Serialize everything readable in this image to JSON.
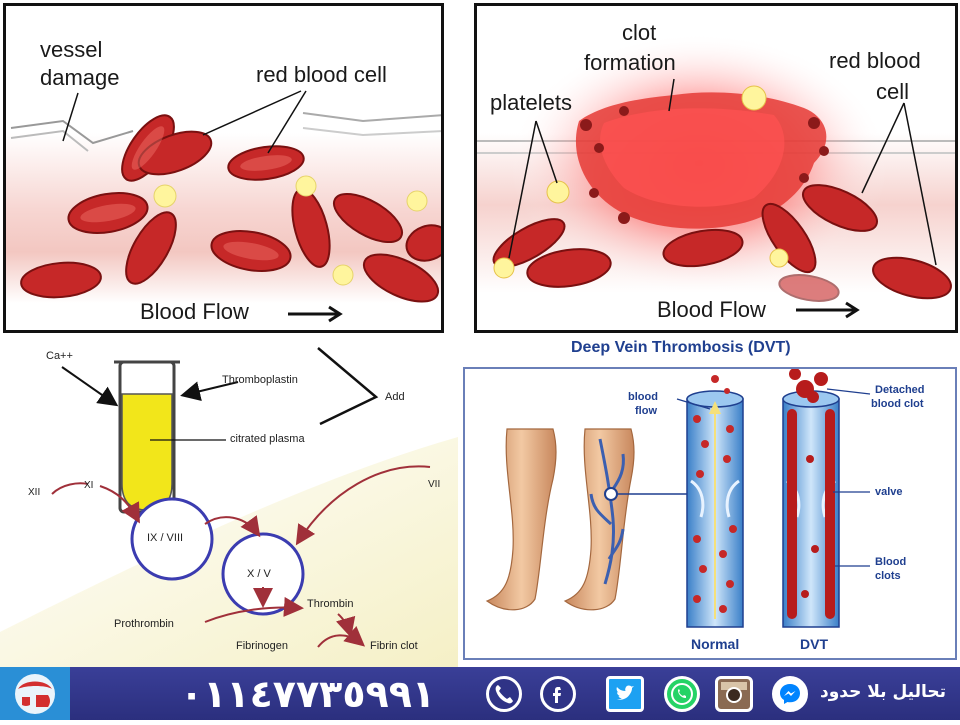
{
  "panels": {
    "vessel_damage": {
      "vessel_damage_label": [
        "vessel",
        "damage"
      ],
      "red_blood_cell_label": "red blood cell",
      "flow_label": "Blood Flow"
    },
    "clot_formation": {
      "clot_label": [
        "clot",
        "formation"
      ],
      "platelets_label": "platelets",
      "red_blood_cell_label": [
        "red blood",
        "cell"
      ],
      "flow_label": "Blood Flow"
    },
    "cascade": {
      "ca_label": "Ca++",
      "thromboplastin_label": "Thromboplastin",
      "add_label": "Add",
      "plasma_label": "citrated plasma",
      "xii": "XII",
      "xi": "XI",
      "vii": "VII",
      "ix_viii": "IX / VIII",
      "x_v": "X / V",
      "prothrombin": "Prothrombin",
      "thrombin": "Thrombin",
      "fibrinogen": "Fibrinogen",
      "fibrin_clot": "Fibrin clot"
    },
    "dvt": {
      "title": "Deep Vein Thrombosis (DVT)",
      "blood_flow": [
        "blood",
        "flow"
      ],
      "detached_clot": [
        "Detached",
        "blood clot"
      ],
      "valve": "valve",
      "blood_clots": [
        "Blood",
        "clots"
      ],
      "normal_label": "Normal",
      "dvt_label": "DVT"
    }
  },
  "footer": {
    "phone": "٠١١٤٧٧٣٥٩٩١",
    "brand": "تحاليل بلا حدود",
    "social_icons": [
      "phone-icon",
      "facebook-icon",
      "twitter-icon",
      "whatsapp-icon",
      "instagram-icon",
      "messenger-icon"
    ]
  },
  "colors": {
    "rbc": "#c62828",
    "platelet": "#fff59d",
    "plasma": "#f2e61a",
    "circle": "#3b3cb0",
    "arrow": "#a0303a",
    "footer_bg": "#2f3386"
  }
}
